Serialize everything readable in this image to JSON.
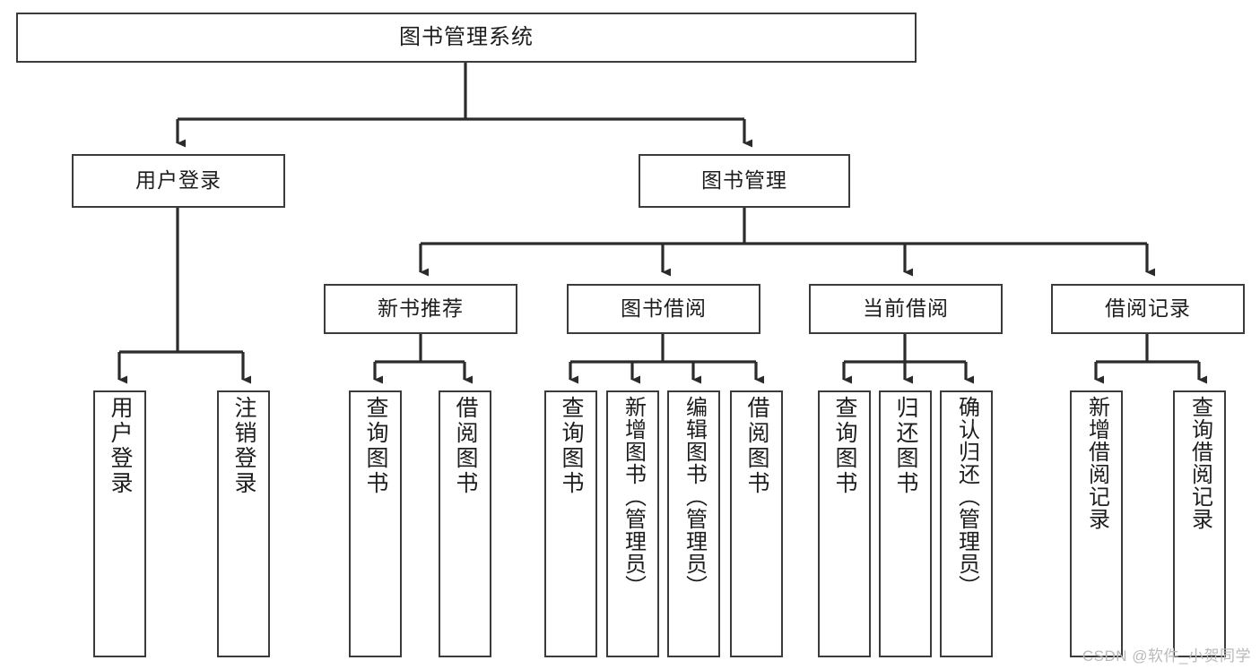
{
  "diagram": {
    "title": "图书管理系统",
    "type": "tree-hierarchy-chart",
    "background_color": "#ffffff",
    "border_color": "#3c3c3c",
    "text_color": "#1d1d1d"
  },
  "watermark": {
    "text": "CSDN @软件_小贺同学",
    "color": "#b9b9b9"
  },
  "nodes": {
    "root": {
      "label": "图书管理系统"
    },
    "level2": [
      {
        "id": "user-login",
        "label": "用户登录"
      },
      {
        "id": "book-management",
        "label": "图书管理"
      }
    ],
    "level3": [
      {
        "id": "new-book-recommend",
        "label": "新书推荐"
      },
      {
        "id": "book-borrow",
        "label": "图书借阅"
      },
      {
        "id": "current-borrow",
        "label": "当前借阅"
      },
      {
        "id": "borrow-record",
        "label": "借阅记录"
      }
    ],
    "leaves": {
      "user_login": [
        {
          "id": "leaf-user-login",
          "label": "用户登录"
        },
        {
          "id": "leaf-logout",
          "label": "注销登录"
        }
      ],
      "new_book_recommend": [
        {
          "id": "leaf-query-book-1",
          "label": "查询图书"
        },
        {
          "id": "leaf-borrow-book-1",
          "label": "借阅图书"
        }
      ],
      "book_borrow": [
        {
          "id": "leaf-query-book-2",
          "label": "查询图书"
        },
        {
          "id": "leaf-add-book",
          "label": "新增图书（管理员）"
        },
        {
          "id": "leaf-edit-book",
          "label": "编辑图书（管理员）"
        },
        {
          "id": "leaf-borrow-book-2",
          "label": "借阅图书"
        }
      ],
      "current_borrow": [
        {
          "id": "leaf-query-book-3",
          "label": "查询图书"
        },
        {
          "id": "leaf-return-book",
          "label": "归还图书"
        },
        {
          "id": "leaf-confirm-return",
          "label": "确认归还（管理员）"
        }
      ],
      "borrow_record": [
        {
          "id": "leaf-add-record",
          "label": "新增借阅记录"
        },
        {
          "id": "leaf-query-record",
          "label": "查询借阅记录"
        }
      ]
    }
  }
}
